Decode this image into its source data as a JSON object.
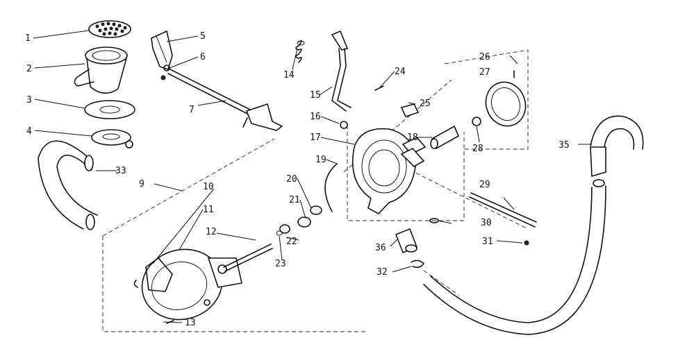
{
  "callouts": [
    {
      "id": "1",
      "text": "1"
    },
    {
      "id": "2",
      "text": "2"
    },
    {
      "id": "3",
      "text": "3"
    },
    {
      "id": "4",
      "text": "4"
    },
    {
      "id": "5",
      "text": "5"
    },
    {
      "id": "6",
      "text": "6"
    },
    {
      "id": "7",
      "text": "7"
    },
    {
      "id": "9",
      "text": "9"
    },
    {
      "id": "10",
      "text": "10"
    },
    {
      "id": "11",
      "text": "11"
    },
    {
      "id": "12",
      "text": "12"
    },
    {
      "id": "13",
      "text": "13"
    },
    {
      "id": "14",
      "text": "14"
    },
    {
      "id": "15",
      "text": "15"
    },
    {
      "id": "16",
      "text": "16"
    },
    {
      "id": "17",
      "text": "17"
    },
    {
      "id": "18",
      "text": "18"
    },
    {
      "id": "19",
      "text": "19"
    },
    {
      "id": "20",
      "text": "20"
    },
    {
      "id": "21",
      "text": "21"
    },
    {
      "id": "22",
      "text": "22"
    },
    {
      "id": "23",
      "text": "23"
    },
    {
      "id": "24",
      "text": "24"
    },
    {
      "id": "25",
      "text": "25"
    },
    {
      "id": "26",
      "text": "26"
    },
    {
      "id": "27",
      "text": "27"
    },
    {
      "id": "28",
      "text": "28"
    },
    {
      "id": "29",
      "text": "29"
    },
    {
      "id": "30",
      "text": "30"
    },
    {
      "id": "31",
      "text": "31"
    },
    {
      "id": "32",
      "text": "32"
    },
    {
      "id": "33",
      "text": "33"
    },
    {
      "id": "35",
      "text": "35"
    },
    {
      "id": "36",
      "text": "36"
    }
  ]
}
